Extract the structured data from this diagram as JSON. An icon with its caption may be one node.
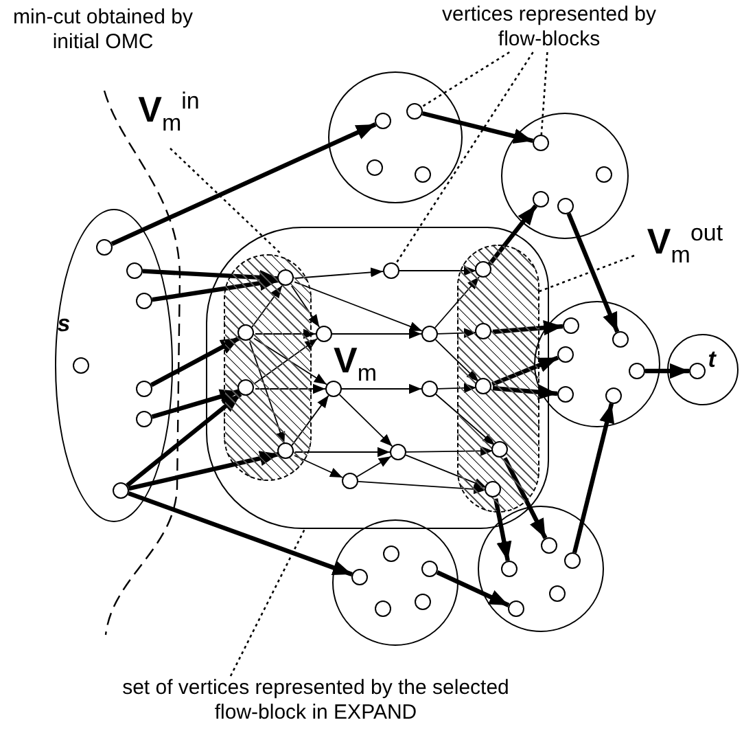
{
  "diagram": {
    "nodes": [
      {
        "text": [
          "vertices represented by flow-blocks"
        ]
      },
      {
        "text": [],
        "shape": "circle"
      },
      {
        "text": [],
        "shape": "circle",
        "in": 1
      },
      {
        "text": [],
        "shape": "circle",
        "in": 1
      },
      {
        "text": [],
        "shape": "circle",
        "in": 1
      },
      {
        "text": [],
        "shape": "circle",
        "in": 1
      },
      {
        "text": [
          "**V**$_{m}$$^{in}$"
        ]
      },
      {
        "text": [],
        "shape": "circle"
      },
      {
        "text": [],
        "shape": "circle",
        "in": 7
      },
      {
        "text": [],
        "shape": "circle",
        "in": 7
      },
      {
        "text": [],
        "shape": "circle",
        "in": 7
      },
      {
        "text": [],
        "shape": "circle",
        "in": 7
      },
      {
        "text": [
          "**V**$_{m}$$^{out}$"
        ]
      },
      {
        "text": [],
        "shape": "ellipse"
      },
      {
        "text": [],
        "shape": "circle",
        "in": 13
      },
      {
        "text": [],
        "shape": "circle",
        "in": 13
      },
      {
        "text": [],
        "shape": "circle",
        "in": 13
      },
      {
        "text": [],
        "shape": "circle",
        "in": 13,
        "beside": [
          "s"
        ]
      },
      {
        "text": [],
        "shape": "circle",
        "in": 13
      },
      {
        "text": [],
        "shape": "circle",
        "in": 13
      },
      {
        "text": [],
        "shape": "circle",
        "in": 13
      },
      {
        "text": [
          "**V**$_{m}$"
        ]
      },
      {
        "text": [],
        "shape": "band",
        "in": 21
      },
      {
        "text": [],
        "shape": "circle",
        "in": 22
      },
      {
        "text": [],
        "shape": "circle",
        "in": 22
      },
      {
        "text": [],
        "shape": "circle",
        "in": 22
      },
      {
        "text": [],
        "shape": "circle",
        "in": 22
      },
      {
        "text": [],
        "shape": "circle",
        "in": 21
      },
      {
        "text": [],
        "shape": "circle",
        "in": 21
      },
      {
        "text": [],
        "shape": "circle",
        "in": 21
      },
      {
        "text": [],
        "shape": "circle",
        "in": 21
      },
      {
        "text": [],
        "shape": "circle",
        "in": 21
      },
      {
        "text": [],
        "shape": "circle",
        "in": 21
      },
      {
        "text": [],
        "shape": "circle",
        "in": 21
      },
      {
        "text": [],
        "shape": "band",
        "in": 21
      },
      {
        "text": [],
        "shape": "circle",
        "in": 34
      },
      {
        "text": [],
        "shape": "circle",
        "in": 34
      },
      {
        "text": [],
        "shape": "circle",
        "in": 34
      },
      {
        "text": [],
        "shape": "circle",
        "in": 34
      },
      {
        "text": [],
        "shape": "circle",
        "in": 34
      },
      {
        "text": [],
        "shape": "circle"
      },
      {
        "text": [],
        "shape": "circle",
        "in": 40
      },
      {
        "text": [],
        "shape": "circle",
        "in": 40
      },
      {
        "text": [],
        "shape": "circle",
        "in": 40
      },
      {
        "text": [],
        "shape": "circle",
        "in": 40
      },
      {
        "text": [],
        "shape": "circle",
        "in": 40
      },
      {
        "text": [],
        "shape": "circle",
        "in": 40
      },
      {
        "text": [],
        "shape": "circle"
      },
      {
        "text": [],
        "shape": "circle",
        "in": 47,
        "beside": [
          "t"
        ]
      },
      {
        "text": [],
        "shape": "circle"
      },
      {
        "text": [],
        "shape": "circle",
        "in": 49
      },
      {
        "text": [],
        "shape": "circle",
        "in": 49
      },
      {
        "text": [],
        "shape": "circle",
        "in": 49
      },
      {
        "text": [],
        "shape": "circle",
        "in": 49
      },
      {
        "text": [],
        "shape": "circle",
        "in": 49
      },
      {
        "text": [],
        "shape": "circle"
      },
      {
        "text": [],
        "shape": "circle",
        "in": 55
      },
      {
        "text": [],
        "shape": "circle",
        "in": 55
      },
      {
        "text": [],
        "shape": "circle",
        "in": 55
      },
      {
        "text": [],
        "shape": "circle",
        "in": 55
      },
      {
        "text": [],
        "shape": "circle",
        "in": 55
      },
      {
        "text": [
          "set of vertices represented by the selected flow-block in EXPAND"
        ]
      }
    ],
    "edges": [
      {
        "from": 14,
        "to": 2,
        "arrow": "to",
        "style": "thick"
      },
      {
        "from": 3,
        "to": 8,
        "arrow": "to",
        "style": "thick"
      },
      {
        "from": 35,
        "to": 10,
        "arrow": "to",
        "style": "thick"
      },
      {
        "from": 11,
        "to": 42,
        "arrow": "to",
        "style": "thick"
      },
      {
        "from": 15,
        "to": 23,
        "arrow": "to",
        "style": "thick"
      },
      {
        "from": 16,
        "to": 23,
        "arrow": "to",
        "style": "thick"
      },
      {
        "from": 18,
        "to": 24,
        "arrow": "to",
        "style": "thick"
      },
      {
        "from": 19,
        "to": 25,
        "arrow": "to",
        "style": "thick"
      },
      {
        "from": 20,
        "to": 25,
        "arrow": "to",
        "style": "thick"
      },
      {
        "from": 20,
        "to": 26,
        "arrow": "to",
        "style": "thick"
      },
      {
        "from": 20,
        "to": 52,
        "arrow": "to",
        "style": "thick"
      },
      {
        "from": 36,
        "to": 41,
        "arrow": "to",
        "style": "thick"
      },
      {
        "from": 37,
        "to": 43,
        "arrow": "to",
        "style": "thick"
      },
      {
        "from": 37,
        "to": 45,
        "arrow": "to",
        "style": "thick"
      },
      {
        "from": 44,
        "to": 48,
        "arrow": "to",
        "style": "thick"
      },
      {
        "from": 38,
        "to": 56,
        "arrow": "to",
        "style": "thick"
      },
      {
        "from": 39,
        "to": 57,
        "arrow": "to",
        "style": "thick"
      },
      {
        "from": 58,
        "to": 46,
        "arrow": "to",
        "style": "thick"
      },
      {
        "from": 51,
        "to": 60,
        "arrow": "to",
        "style": "thick"
      },
      {
        "from": 23,
        "to": 27,
        "arrow": "to"
      },
      {
        "from": 27,
        "to": 35,
        "arrow": "to"
      },
      {
        "from": 23,
        "to": 28,
        "arrow": "to"
      },
      {
        "from": 23,
        "to": 30,
        "arrow": "to"
      },
      {
        "from": 24,
        "to": 23,
        "arrow": "to"
      },
      {
        "from": 24,
        "to": 28,
        "arrow": "to"
      },
      {
        "from": 24,
        "to": 29,
        "arrow": "to"
      },
      {
        "from": 25,
        "to": 28,
        "arrow": "to"
      },
      {
        "from": 25,
        "to": 29,
        "arrow": "to"
      },
      {
        "from": 24,
        "to": 26,
        "arrow": "to"
      },
      {
        "from": 26,
        "to": 29,
        "arrow": "to"
      },
      {
        "from": 26,
        "to": 32,
        "arrow": "to"
      },
      {
        "from": 26,
        "to": 33,
        "arrow": "to"
      },
      {
        "from": 33,
        "to": 32,
        "arrow": "to"
      },
      {
        "from": 33,
        "to": 39,
        "arrow": "to"
      },
      {
        "from": 28,
        "to": 30,
        "arrow": "to"
      },
      {
        "from": 29,
        "to": 31,
        "arrow": "to"
      },
      {
        "from": 29,
        "to": 32,
        "arrow": "to"
      },
      {
        "from": 30,
        "to": 35,
        "arrow": "to"
      },
      {
        "from": 30,
        "to": 36,
        "arrow": "to"
      },
      {
        "from": 30,
        "to": 37,
        "arrow": "to"
      },
      {
        "from": 31,
        "to": 37,
        "arrow": "to"
      },
      {
        "from": 31,
        "to": 38,
        "arrow": "to"
      },
      {
        "from": 32,
        "to": 38,
        "arrow": "to"
      },
      {
        "from": 32,
        "to": 39,
        "arrow": "to"
      },
      {
        "from": 0,
        "to": 3,
        "arrow": "none",
        "style": "dashed"
      },
      {
        "from": 0,
        "to": 27,
        "arrow": "none",
        "style": "dashed"
      },
      {
        "from": 0,
        "to": 8,
        "arrow": "none",
        "style": "dashed"
      },
      {
        "from": 6,
        "to": 22,
        "arrow": "none",
        "style": "dashed"
      },
      {
        "from": 12,
        "to": 34,
        "arrow": "none",
        "style": "dashed"
      },
      {
        "from": 61,
        "to": 21,
        "arrow": "none",
        "style": "dashed"
      }
    ],
    "labels": [
      "min-cut obtained by initial OMC"
    ]
  }
}
